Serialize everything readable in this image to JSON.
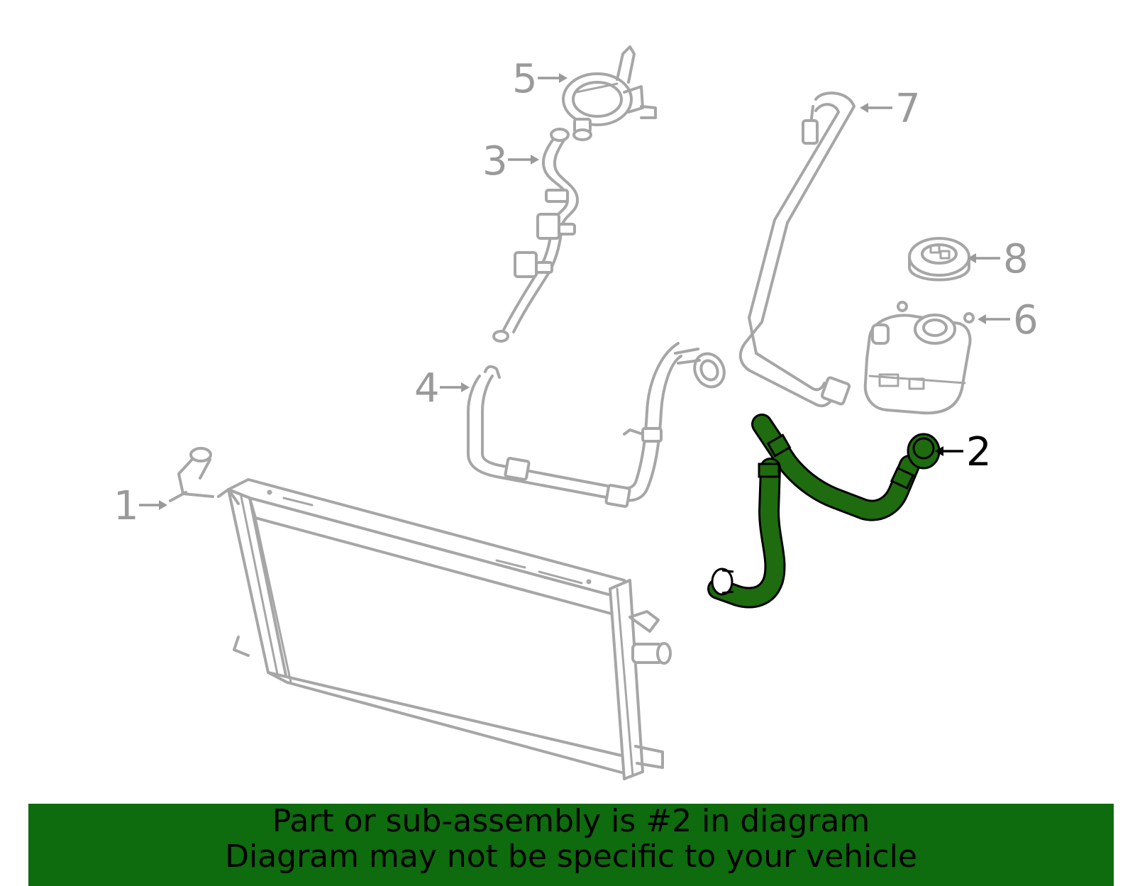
{
  "diagram": {
    "highlight_color": "#1f6b10",
    "part_color": "#a6a6a6",
    "callouts": [
      {
        "id": "1",
        "label": "1",
        "highlighted": false
      },
      {
        "id": "2",
        "label": "2",
        "highlighted": true
      },
      {
        "id": "3",
        "label": "3",
        "highlighted": false
      },
      {
        "id": "4",
        "label": "4",
        "highlighted": false
      },
      {
        "id": "5",
        "label": "5",
        "highlighted": false
      },
      {
        "id": "6",
        "label": "6",
        "highlighted": false
      },
      {
        "id": "7",
        "label": "7",
        "highlighted": false
      },
      {
        "id": "8",
        "label": "8",
        "highlighted": false
      }
    ]
  },
  "banner": {
    "background_color": "#0e6b0e",
    "line1": "Part or sub-assembly is #2 in diagram",
    "line2": "Diagram may not be specific to your vehicle"
  }
}
